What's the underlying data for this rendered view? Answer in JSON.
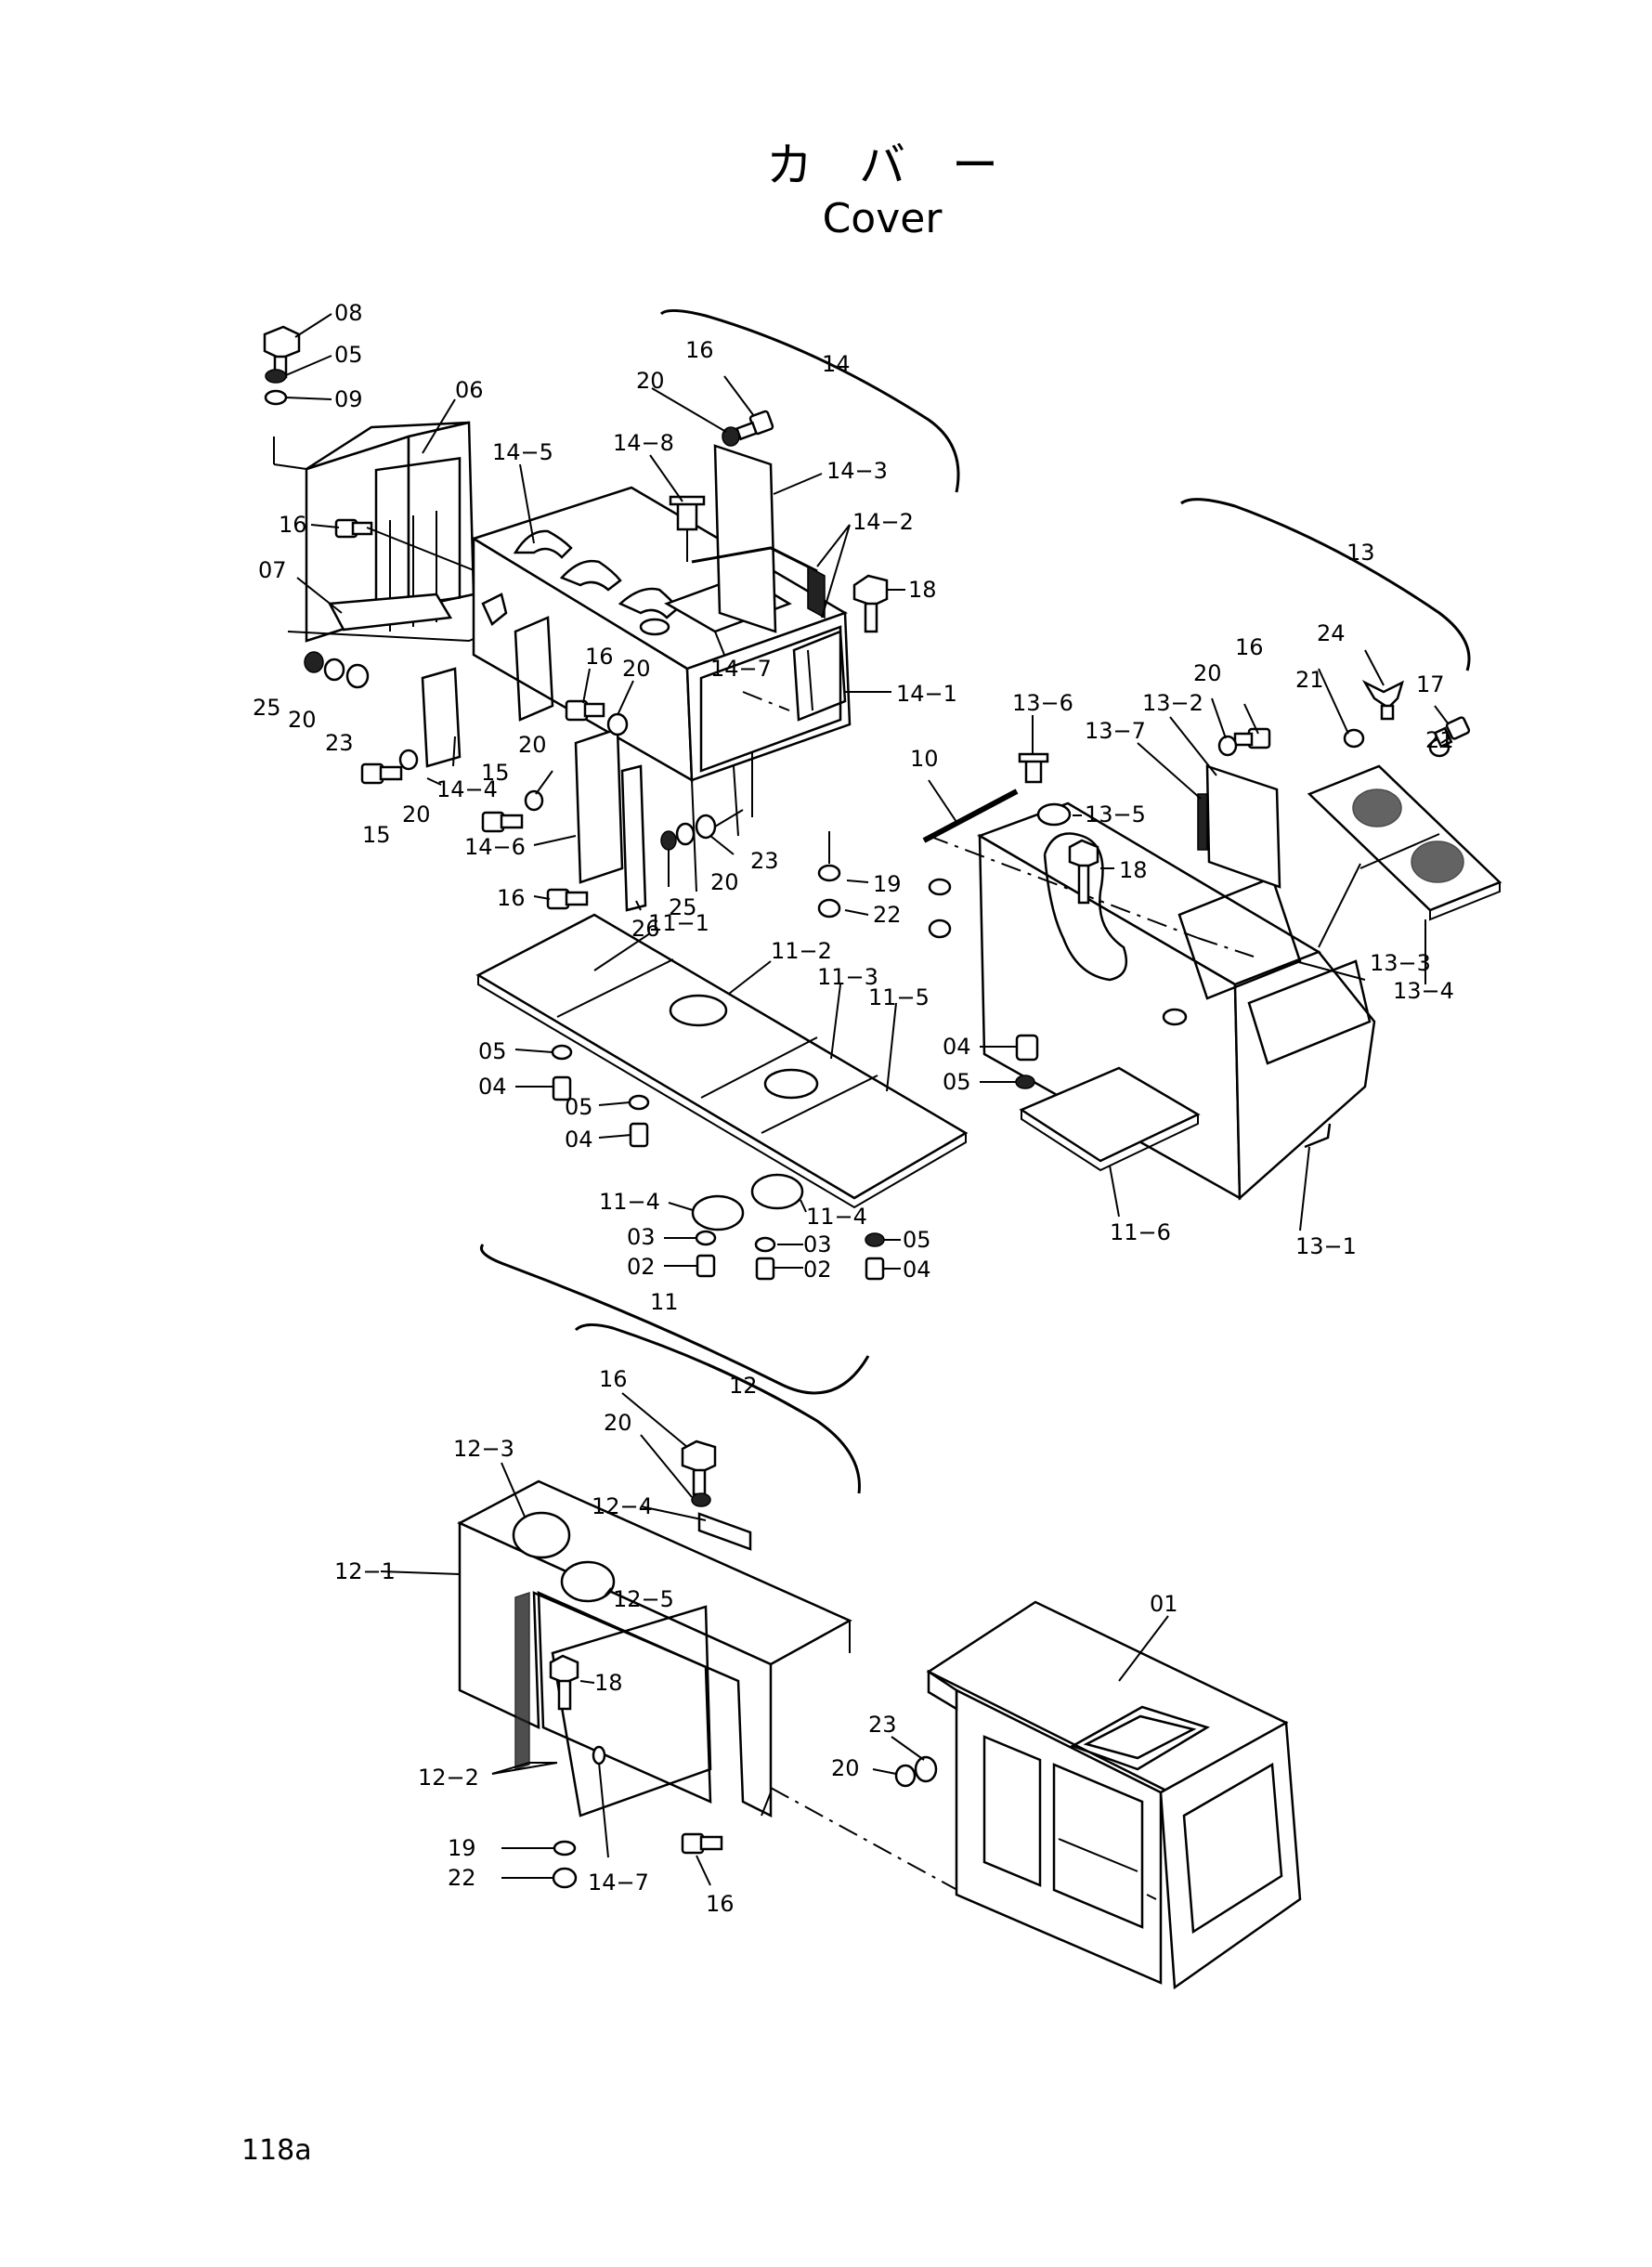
{
  "title": {
    "japanese": "カ　バ　ー",
    "english": "Cover"
  },
  "page_number": "118a",
  "labels": {
    "l08a": "08",
    "l05a": "05",
    "l09": "09",
    "l06": "06",
    "l16a": "16",
    "l07": "07",
    "l25a": "25",
    "l20a": "20",
    "l23a": "23",
    "l15a": "15",
    "l20b": "20",
    "l14_4": "14−4",
    "l15b": "15",
    "l20c": "20",
    "l14_6": "14−6",
    "l16b": "16",
    "l14_5": "14−5",
    "l14_8": "14−8",
    "l20d": "20",
    "l16c": "16",
    "l14": "14",
    "l14_3": "14−3",
    "l14_2": "14−2",
    "l18a": "18",
    "l14_7a": "14−7",
    "l16d": "16",
    "l20e": "20",
    "l14_1": "14−1",
    "l25b": "25",
    "l20f": "20",
    "l23b": "23",
    "l26": "26",
    "l10": "10",
    "l13_6": "13−6",
    "l19a": "19",
    "l22a": "22",
    "l13": "13",
    "l16e": "16",
    "l20g": "20",
    "l24": "24",
    "l21a": "21",
    "l17": "17",
    "l13_2": "13−2",
    "l13_7": "13−7",
    "l21b": "21",
    "l13_5": "13−5",
    "l18b": "18",
    "l13_3": "13−3",
    "l13_4": "13−4",
    "l13_1": "13−1",
    "l11_1": "11−1",
    "l11_2": "11−2",
    "l11_3": "11−3",
    "l11_5": "11−5",
    "l05b": "05",
    "l04a": "04",
    "l05c": "05",
    "l04b": "04",
    "l11_4a": "11−4",
    "l03a": "03",
    "l02a": "02",
    "l11_4b": "11−4",
    "l03b": "03",
    "l02b": "02",
    "l05d": "05",
    "l04c": "04",
    "l04d": "04",
    "l05e": "05",
    "l11_6": "11−6",
    "l11": "11",
    "l16f": "16",
    "l12": "12",
    "l20h": "20",
    "l12_3": "12−3",
    "l12_4": "12−4",
    "l12_1": "12−1",
    "l12_5": "12−5",
    "l18c": "18",
    "l12_2": "12−2",
    "l19b": "19",
    "l22b": "22",
    "l14_7b": "14−7",
    "l16g": "16",
    "l01": "01",
    "l23c": "23",
    "l20i": "20"
  }
}
